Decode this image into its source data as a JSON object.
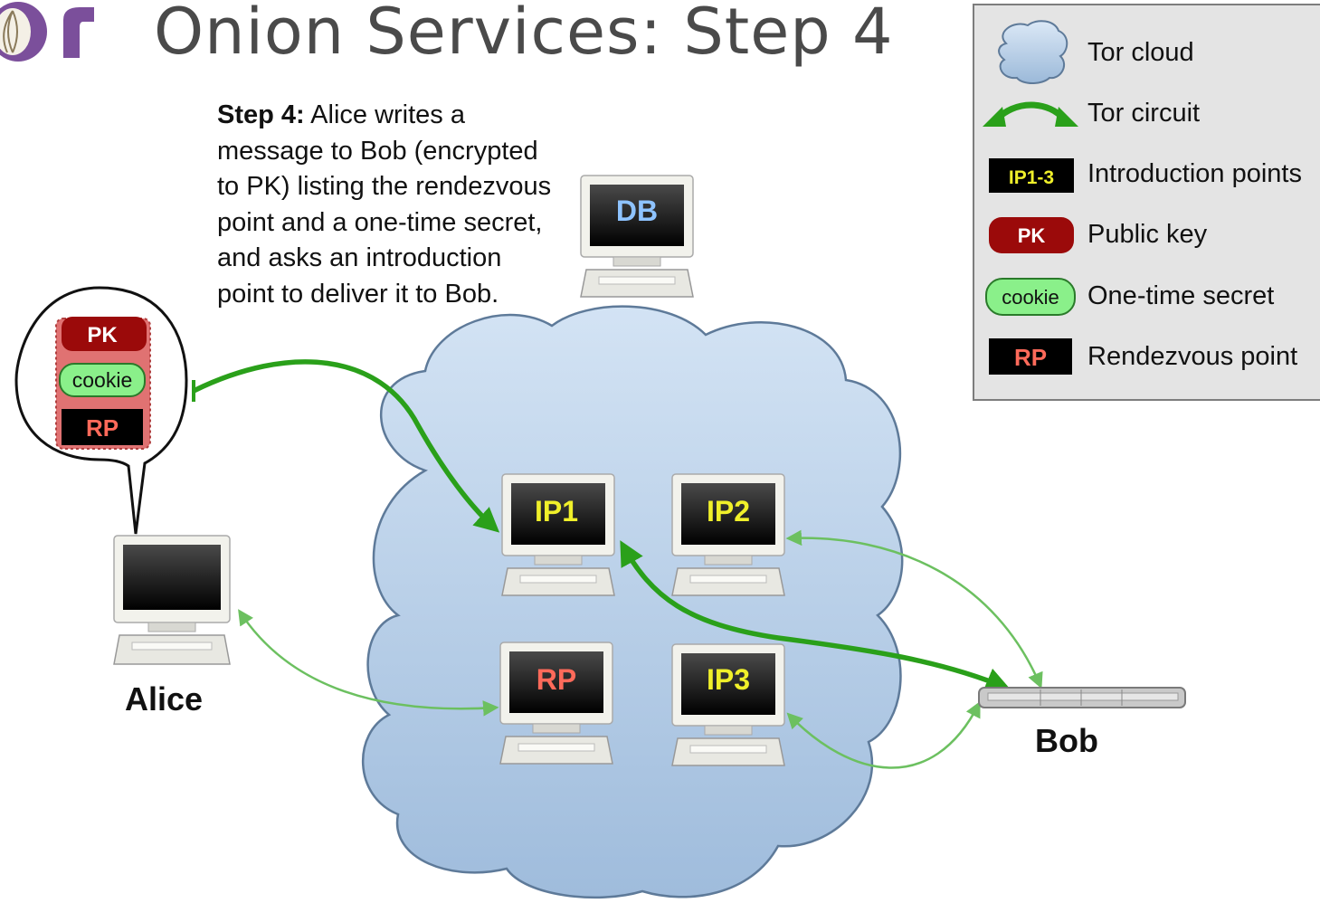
{
  "title": "Onion Services: Step 4",
  "description": {
    "lead": "Step 4:",
    "body": "Alice writes a message to Bob (encrypted to PK) listing the rendezvous point and a one-time secret, and asks an introduction point to deliver it to Bob."
  },
  "legend": [
    {
      "icon": "cloud-icon",
      "label": "Tor cloud"
    },
    {
      "icon": "circuit-arrow-icon",
      "label": "Tor circuit"
    },
    {
      "icon": "ip-badge-icon",
      "badge": "IP1-3",
      "label": "Introduction points"
    },
    {
      "icon": "pk-badge-icon",
      "badge": "PK",
      "label": "Public key"
    },
    {
      "icon": "cookie-badge-icon",
      "badge": "cookie",
      "label": "One-time secret"
    },
    {
      "icon": "rp-badge-icon",
      "badge": "RP",
      "label": "Rendezvous point"
    }
  ],
  "nodes": {
    "db": "DB",
    "ip1": "IP1",
    "ip2": "IP2",
    "ip3": "IP3",
    "rp": "RP",
    "alice": "Alice",
    "bob": "Bob"
  },
  "message": {
    "pk": "PK",
    "cookie": "cookie",
    "rp": "RP"
  },
  "colors": {
    "cloud": "#b7d0ea",
    "circuit": "#2aa01a",
    "ip_text": "#f0f02a",
    "rp_text": "#ff6a5a",
    "db_text": "#8ec3ff",
    "pk_badge": "#9b0a0a",
    "cookie_badge": "#8af08a",
    "legend_bg": "#e4e4e4"
  }
}
